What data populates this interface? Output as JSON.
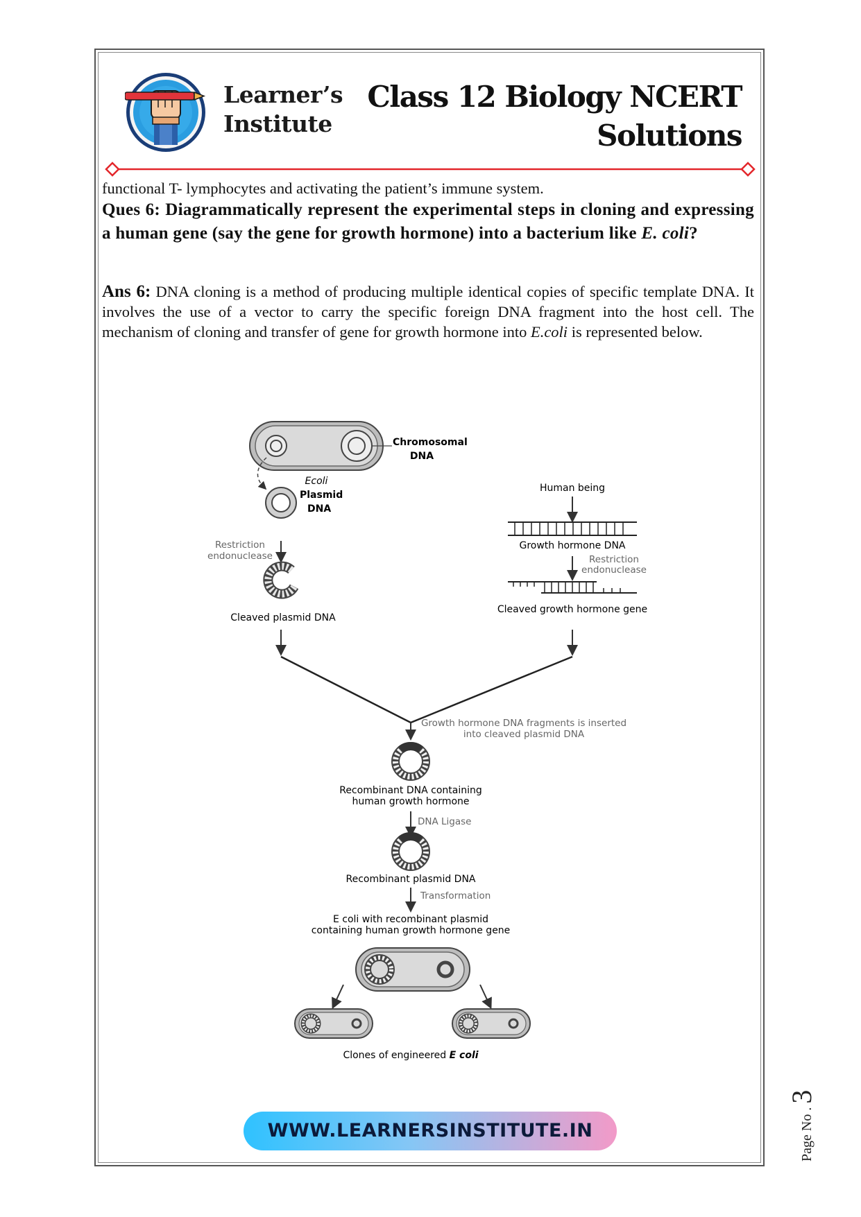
{
  "header": {
    "brand_line1": "Learner’s",
    "brand_line2": "Institute",
    "title_line1": "Class 12 Biology NCERT",
    "title_line2": "Solutions"
  },
  "content": {
    "continuation": "functional T- lymphocytes and activating the patient’s immune system.",
    "question_label": "Ques 6:",
    "question_text_1": "Diagrammatically represent the experimental steps in cloning and expressing a human gene (say the gene for growth hormone) into a bacterium like",
    "question_italic": "E. coli",
    "question_end": "?",
    "answer_label": "Ans 6:",
    "answer_text_1": "DNA cloning is a method of producing multiple identical copies of specific template DNA. It involves the use of a vector to carry the specific foreign DNA fragment into the host cell. The mechanism of cloning and transfer of gene for growth hormone into",
    "answer_italic": "E.coli",
    "answer_text_2": "is represented below."
  },
  "diagram": {
    "chromosomal_1": "Chromosomal",
    "chromosomal_2": "DNA",
    "ecoli": "Ecoli",
    "plasmid_1": "Plasmid",
    "plasmid_2": "DNA",
    "restriction_left_1": "Restriction",
    "restriction_left_2": "endonuclease",
    "cleaved_plasmid": "Cleaved plasmid DNA",
    "human_being": "Human being",
    "growth_hormone_dna": "Growth hormone DNA",
    "restriction_right_1": "Restriction",
    "restriction_right_2": "endonuclease",
    "cleaved_gene": "Cleaved growth hormone gene",
    "inserted_1": "Growth hormone DNA fragments is inserted",
    "inserted_2": "into cleaved plasmid DNA",
    "recombinant_1": "Recombinant DNA containing",
    "recombinant_2": "human growth hormone",
    "dna_ligase": "DNA Ligase",
    "recombinant_plasmid": "Recombinant plasmid DNA",
    "transformation": "Transformation",
    "ecoli_recombinant_1": "E coli with recombinant plasmid",
    "ecoli_recombinant_2": "containing human growth hormone gene",
    "clones_prefix": "Clones of engineered",
    "clones_ecoli": "E coli"
  },
  "footer": {
    "url": "WWW.LEARNERSINSTITUTE.IN",
    "page_label": "Page No .",
    "page_number": "3"
  },
  "colors": {
    "rule_red": "#e3262b",
    "footer_start": "#2fc2ff",
    "footer_end": "#f29ac8"
  }
}
